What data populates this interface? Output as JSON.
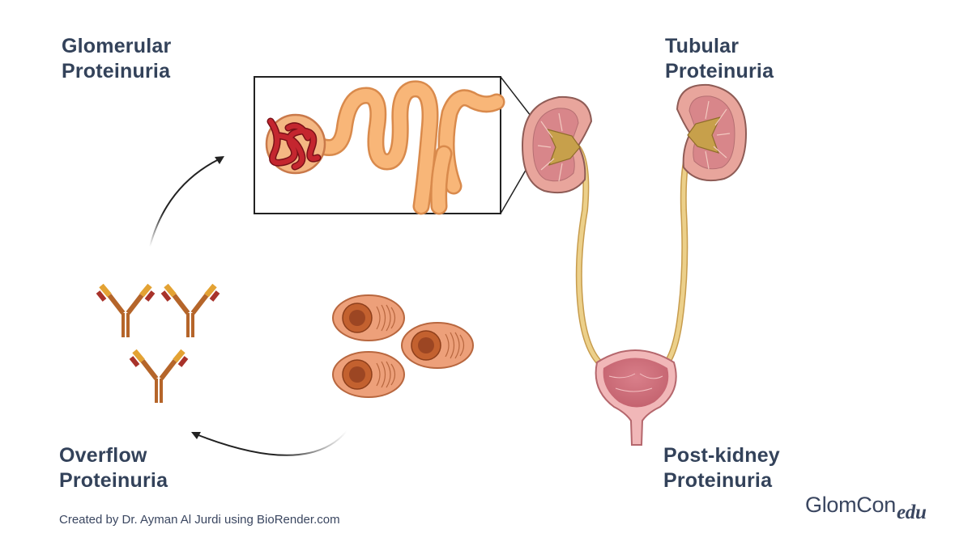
{
  "labels": {
    "glomerular": [
      "Glomerular",
      "Proteinuria"
    ],
    "tubular": [
      "Tubular",
      "Proteinuria"
    ],
    "overflow": [
      "Overflow",
      "Proteinuria"
    ],
    "post_kidney": [
      "Post-kidney",
      "Proteinuria"
    ]
  },
  "credit": "Created by Dr. Ayman Al Jurdi using BioRender.com",
  "brand": {
    "main": "GlomCon",
    "suffix": "edu"
  },
  "colors": {
    "text": "#33425a",
    "kidney": "#e9aaa0",
    "kidney_outline": "#8f5c56",
    "ureter": "#dcb870",
    "tubule": "#f6b070",
    "glomerulus": "#b5202c",
    "bladder": "#e8a0a5",
    "antibody_stem": "#b5652a",
    "cell": "#e89a74"
  }
}
